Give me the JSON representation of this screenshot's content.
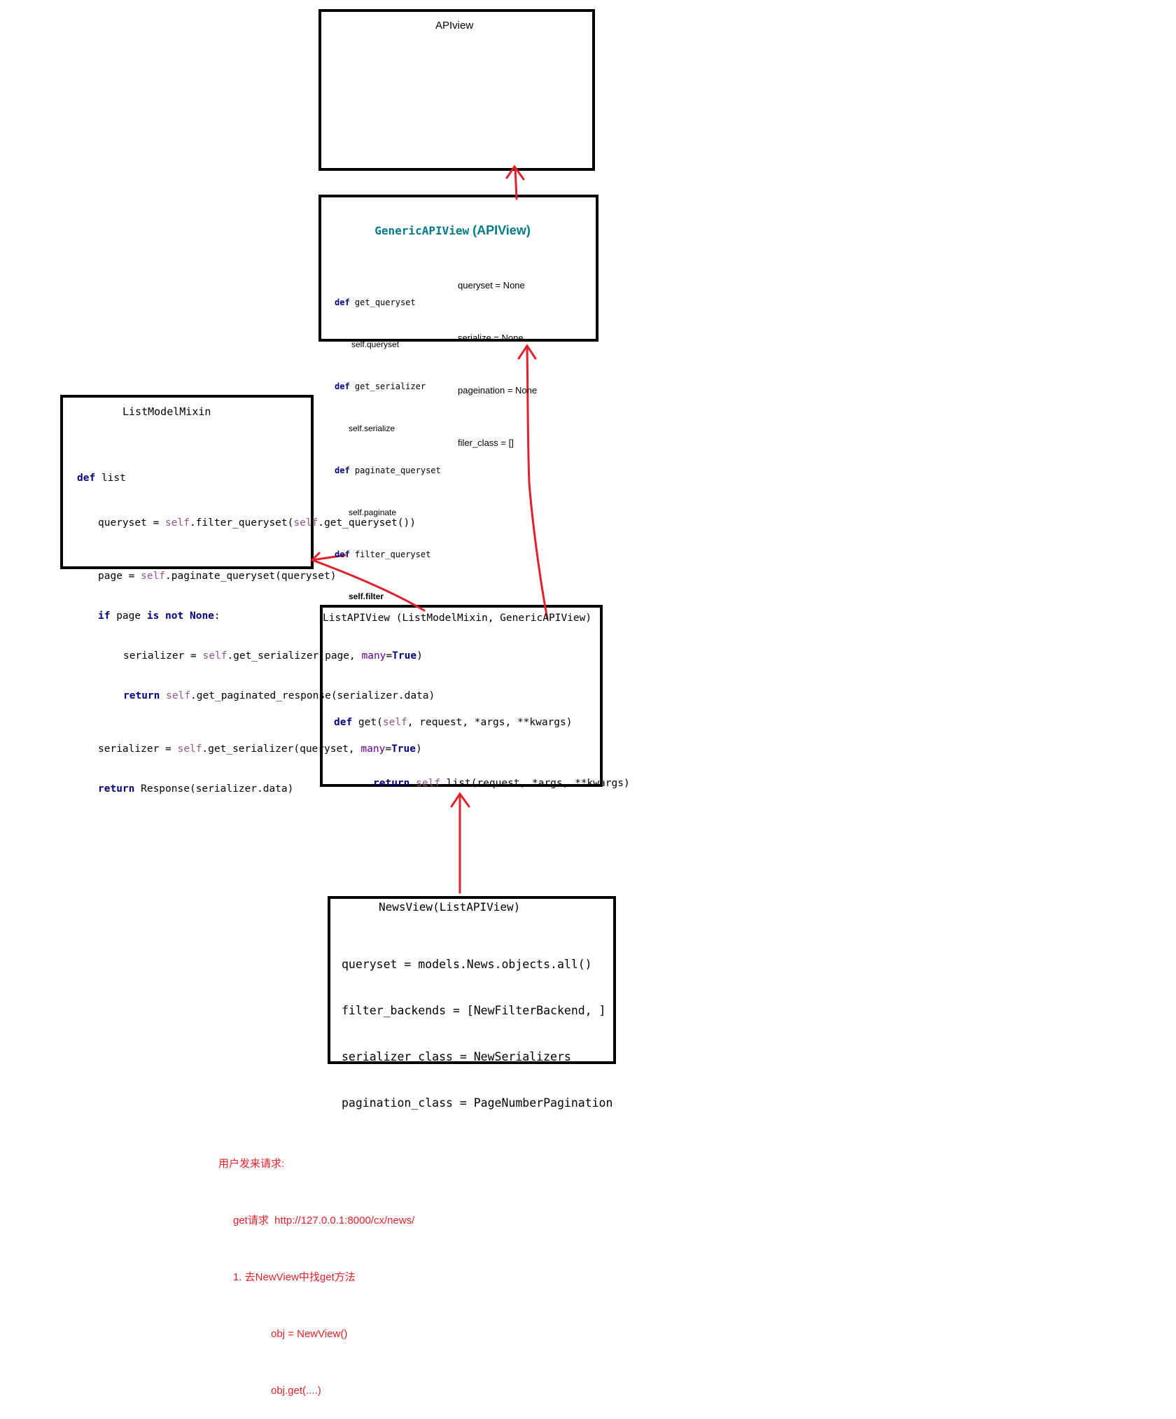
{
  "apiview": {
    "title": "APIview"
  },
  "generic": {
    "title_name": "GenericAPIView",
    "title_base": " (APIView)",
    "attrs": [
      "queryset = None",
      "serialize = None",
      "pageination = None",
      "filer_class = []"
    ],
    "methods": [
      {
        "kw": "def",
        "name": "get_queryset",
        "body": "self.queryset"
      },
      {
        "kw": "def",
        "name": "get_serializer",
        "body": "self.serialize"
      },
      {
        "kw": "def",
        "name": "paginate_queryset",
        "body": "self.paginate"
      },
      {
        "kw": "def",
        "name": "filter_queryset",
        "body": "self.filter"
      }
    ]
  },
  "listmixin": {
    "title": "ListModelMixin",
    "def_kw": "def",
    "def_name": "list",
    "l1_a": "queryset = ",
    "l1_self": "self",
    "l1_b": ".filter_queryset(",
    "l1_self2": "self",
    "l1_c": ".get_queryset())",
    "l2_a": "page = ",
    "l2_self": "self",
    "l2_b": ".paginate_queryset(queryset)",
    "l3_if": "if",
    "l3_a": " page ",
    "l3_is": "is not",
    "l3_b": " ",
    "l3_none": "None",
    "l3_c": ":",
    "l4_a": "serializer = ",
    "l4_self": "self",
    "l4_b": ".get_serializer(page, ",
    "l4_many": "many",
    "l4_eq": "=",
    "l4_true": "True",
    "l4_c": ")",
    "l5_ret": "return",
    "l5_a": " ",
    "l5_self": "self",
    "l5_b": ".get_paginated_response(serializer.data)",
    "l6_a": "serializer = ",
    "l6_self": "self",
    "l6_b": ".get_serializer(queryset, ",
    "l6_many": "many",
    "l6_eq": "=",
    "l6_true": "True",
    "l6_c": ")",
    "l7_ret": "return",
    "l7_a": " Response(serializer.data)"
  },
  "listapi": {
    "title": "ListAPIView (ListModelMixin, GenericAPIView)",
    "def_kw": "def",
    "def_a": " get(",
    "def_self": "self",
    "def_b": ", request, *args, **kwargs)",
    "ret_kw": "return",
    "ret_a": " ",
    "ret_self": "self",
    "ret_b": ".list(request, *args, **kwargs)"
  },
  "newsview": {
    "title": "NewsView(ListAPIView)",
    "lines": [
      "queryset = models.News.objects.all()",
      "filter_backends = [NewFilterBackend, ]",
      "serializer_class = NewSerializers",
      "pagination_class = PageNumberPagination"
    ]
  },
  "notes": {
    "lines": [
      "用户发来请求:",
      "get请求  http://127.0.0.1:8000/cx/news/",
      "1. 去NewView中找get方法",
      "obj = NewView()",
      "obj.get(....)"
    ]
  },
  "colors": {
    "arrow": "#e0212b",
    "keyword": "#000080",
    "self": "#94558d",
    "title": "#007b86"
  }
}
